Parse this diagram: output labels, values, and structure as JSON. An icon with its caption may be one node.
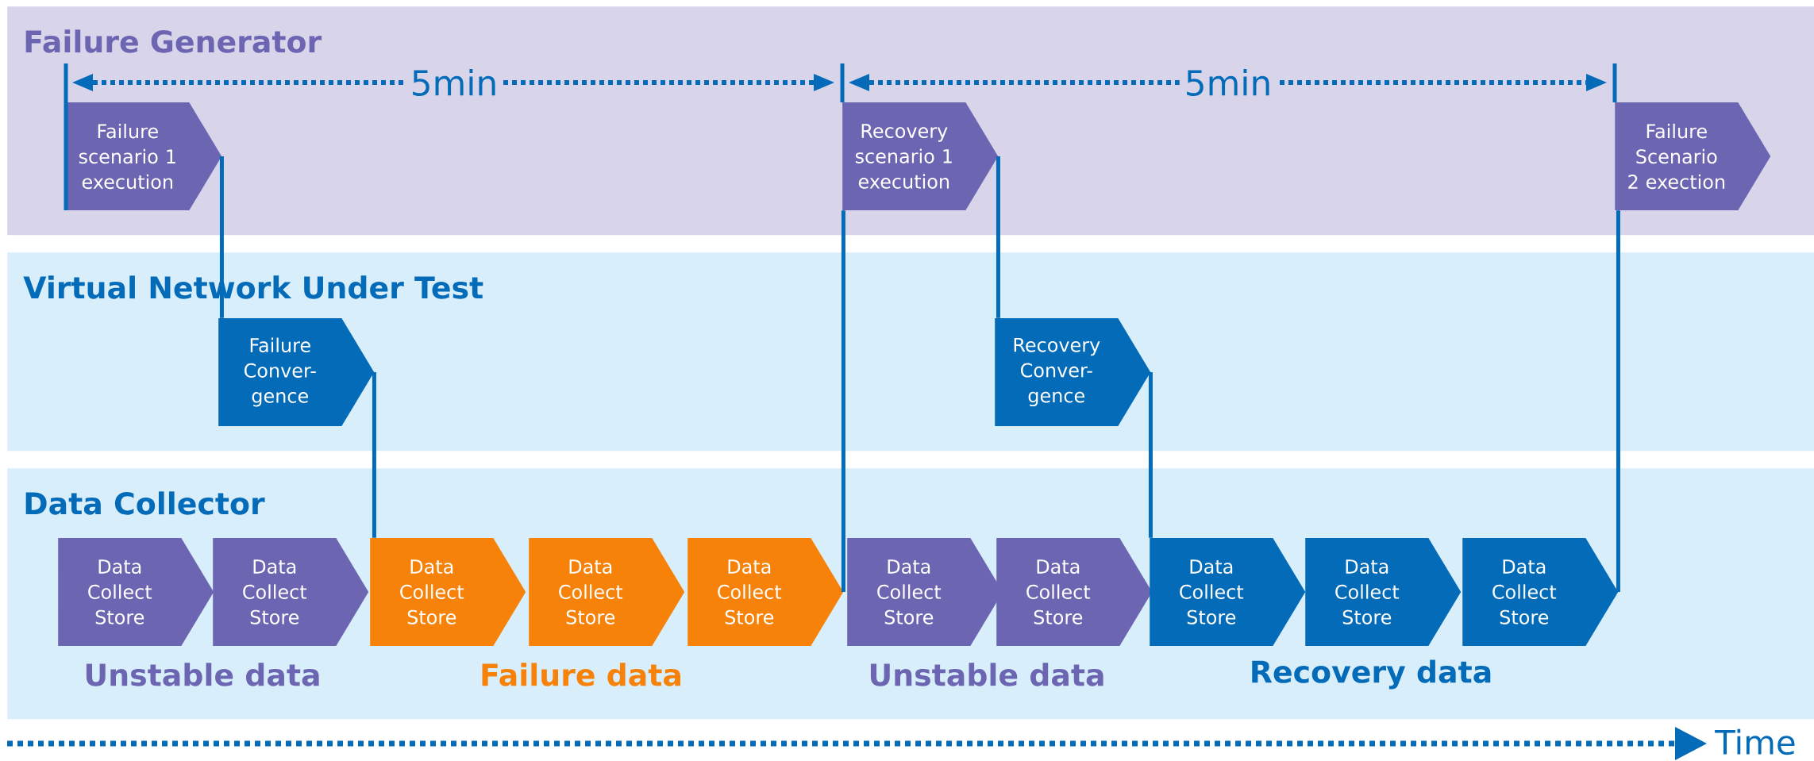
{
  "diagram": {
    "nodes": [
      {
        "text": [
          "Failure Generator"
        ]
      },
      {
        "text": [
          "Failure scenario 1 execution"
        ],
        "in": 0
      },
      {
        "text": [
          "Recovery scenario 1 execution"
        ],
        "in": 0
      },
      {
        "text": [
          "Failure Scenario 2 exection"
        ],
        "in": 0
      },
      {
        "text": [
          "Virtual Network Under Test"
        ]
      },
      {
        "text": [
          "Failure Conver- gence"
        ],
        "in": 4
      },
      {
        "text": [
          "Recovery Conver- gence"
        ],
        "in": 4
      },
      {
        "text": [
          "Data Collector"
        ]
      },
      {
        "text": [
          "Data Collect Store"
        ],
        "in": 7
      },
      {
        "text": [
          "Data Collect Store"
        ],
        "in": 7
      },
      {
        "text": [
          "Data Collect Store"
        ],
        "in": 7
      },
      {
        "text": [
          "Data Collect Store"
        ],
        "in": 7
      },
      {
        "text": [
          "Data Collect Store"
        ],
        "in": 7
      },
      {
        "text": [
          "Data Collect Store"
        ],
        "in": 7
      },
      {
        "text": [
          "Data Collect Store"
        ],
        "in": 7
      },
      {
        "text": [
          "Data Collect Store"
        ],
        "in": 7
      },
      {
        "text": [
          "Data Collect Store"
        ],
        "in": 7
      },
      {
        "text": [
          "Data Collect Store"
        ],
        "in": 7
      }
    ],
    "edges": [
      {
        "from": 1,
        "to": 5,
        "arrow": "none"
      },
      {
        "from": 5,
        "to": 10,
        "arrow": "none"
      },
      {
        "from": 12,
        "to": 2,
        "arrow": "none"
      },
      {
        "from": 2,
        "to": 6,
        "arrow": "none"
      },
      {
        "from": 6,
        "to": 15,
        "arrow": "none"
      },
      {
        "from": 17,
        "to": 3,
        "arrow": "none"
      }
    ],
    "labels": [
      "5min",
      "5min",
      "Unstable data",
      "Failure data",
      "Unstable data",
      "Recovery data",
      "Time"
    ]
  }
}
